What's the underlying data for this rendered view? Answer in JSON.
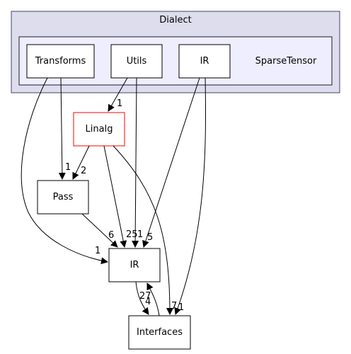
{
  "outer_cluster": {
    "label": "Dialect",
    "fill": "#ddddee",
    "stroke": "#444466"
  },
  "inner_cluster": {
    "label": "SparseTensor",
    "fill": "#eeeeff",
    "stroke": "#1a1a33"
  },
  "nodes": {
    "transforms": "Transforms",
    "utils": "Utils",
    "ir_inner": "IR",
    "linalg": "Linalg",
    "pass": "Pass",
    "ir": "IR",
    "interfaces": "Interfaces"
  },
  "colors": {
    "linalg_border": "#ff0000",
    "edge": "#000000"
  },
  "edge_labels": {
    "utils_linalg": "1",
    "transforms_pass": "1",
    "linalg_pass": "2",
    "pass_ir": "6",
    "linalg_ir": "25",
    "utils_ir": "1",
    "irinner_ir": "5",
    "transforms_ir": "1",
    "ir_interfaces": "27",
    "interfaces_ir": "4",
    "linalg_interfaces": "7",
    "irinner_interfaces": "1"
  }
}
